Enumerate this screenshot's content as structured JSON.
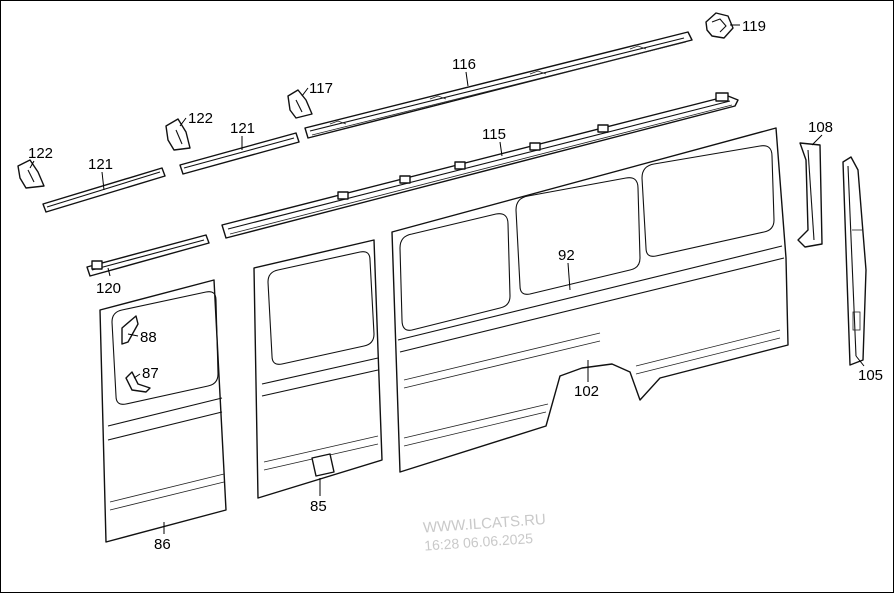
{
  "diagram": {
    "callouts": [
      {
        "id": "c119",
        "label": "119"
      },
      {
        "id": "c116",
        "label": "116"
      },
      {
        "id": "c117",
        "label": "117"
      },
      {
        "id": "c122a",
        "label": "122"
      },
      {
        "id": "c121a",
        "label": "121"
      },
      {
        "id": "c122b",
        "label": "122"
      },
      {
        "id": "c121b",
        "label": "121"
      },
      {
        "id": "c115",
        "label": "115"
      },
      {
        "id": "c108",
        "label": "108"
      },
      {
        "id": "c92",
        "label": "92"
      },
      {
        "id": "c120",
        "label": "120"
      },
      {
        "id": "c88",
        "label": "88"
      },
      {
        "id": "c87",
        "label": "87"
      },
      {
        "id": "c102",
        "label": "102"
      },
      {
        "id": "c105",
        "label": "105"
      },
      {
        "id": "c85",
        "label": "85"
      },
      {
        "id": "c86",
        "label": "86"
      }
    ]
  },
  "watermark": {
    "site": "WWW.ILCATS.RU",
    "timestamp": "16:28 06.06.2025"
  }
}
